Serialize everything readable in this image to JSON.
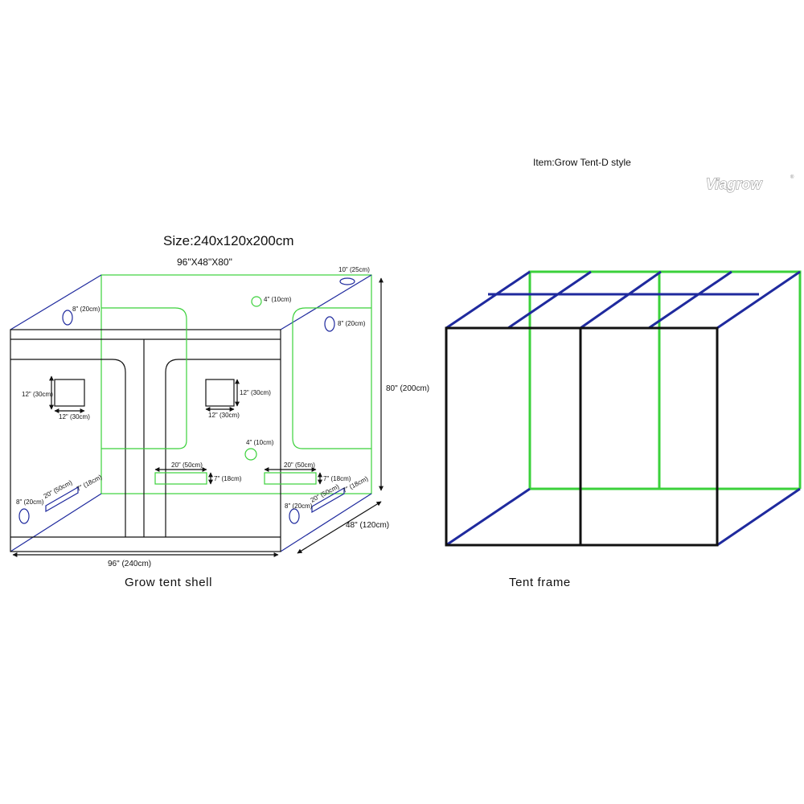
{
  "header": {
    "item_label": "Item:Grow Tent-D style",
    "logo_text": "Viagrow",
    "logo_mark": "®"
  },
  "shell": {
    "size_title": "Size:240x120x200cm",
    "size_inches": "96\"X48\"X80\"",
    "caption": "Grow tent shell",
    "dims": {
      "width": "96\" (240cm)",
      "depth": "48\" (120cm)",
      "height": "80\" (200cm)",
      "port_top_10": "10\" (25cm)",
      "port_top_4": "4\" (10cm)",
      "port_left_8": "8\" (20cm)",
      "port_right_8": "8\" (20cm)",
      "window_h_left": "12\" (30cm)",
      "window_w_left": "12\" (30cm)",
      "window_h_right": "12\" (30cm)",
      "window_w_right": "12\" (30cm)",
      "port_back_4": "4\" (10cm)",
      "vent_back_w_left": "20\" (50cm)",
      "vent_back_h_left": "7\" (18cm)",
      "vent_back_w_right": "20\" (50cm)",
      "vent_back_h_right": "7\" (18cm)",
      "port_bottom_left_8": "8\" (20cm)",
      "vent_side_w_left": "20\" (50cm)",
      "vent_side_h_left": "7\" (18cm)",
      "port_bottom_right_8": "8\" (20cm)",
      "vent_side_w_right": "20\" (50cm)",
      "vent_side_h_right": "7\" (18cm)"
    }
  },
  "frame": {
    "caption": "Tent frame"
  },
  "colors": {
    "front_edges": "#111111",
    "depth_edges": "#1f2a9e",
    "back_edges": "#3bd13b",
    "text": "#111111"
  }
}
